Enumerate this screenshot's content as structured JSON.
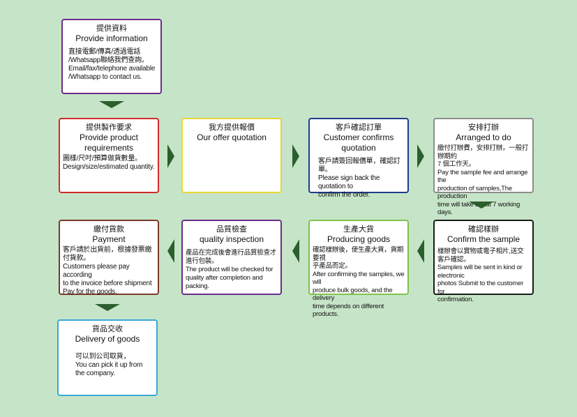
{
  "colors": {
    "background": "#c6e5c8",
    "arrow": "#2c5e2e",
    "purple": "#6a2c8c",
    "red": "#d32a2a",
    "yellow": "#e8d43a",
    "blue": "#1c3c8c",
    "gray": "#8c8c8c",
    "black": "#1a1a1a",
    "green": "#7fc24a",
    "brown": "#7a3a2a",
    "cyan": "#3aa8d8"
  },
  "steps": [
    {
      "title_zh": "提供資料",
      "title_en": "Provide information",
      "body": "直接電郵/傳真/透過電話\n/Whatsapp聯絡我們查詢。\nEmail/fax/telephone available\n/Whatsapp to contact us."
    },
    {
      "title_zh": "提供製作要求",
      "title_en": "Provide product requirements",
      "body": "圖樣/尺吋/預算做貨數量。\nDesign/size/estimated quantity."
    },
    {
      "title_zh": "我方提供報價",
      "title_en": "Our offer quotation",
      "body": ""
    },
    {
      "title_zh": "客戶確認訂單",
      "title_en": "Customer confirms quotation",
      "body": "客戶請簽回報價單，確認訂單。\nPlease sign back the quotation to\nconfirm the order."
    },
    {
      "title_zh": "安排打辦",
      "title_en": "Arranged to do",
      "body": "繳付打辦費，安排打辦，一般打辦期約\n7 個工作天。\nPay the sample fee and arrange the\nproduction of samples,The production\ntime will take about 7 working days."
    },
    {
      "title_zh": "確認樣辦",
      "title_en": "Confirm the sample",
      "body": "樣辦會以實物或電子相片,送交客戶確認。\nSamples will be sent in kind or electronic\nphotos Submit to the customer for\nconfirmation."
    },
    {
      "title_zh": "生產大貨",
      "title_en": "Producing goods",
      "body": "確認樣辦後，便生產大貨，貨期要視\n乎產品而定。\nAfter confirming the samples, we will\nproduce bulk goods, and the delivery\ntime depends on different products."
    },
    {
      "title_zh": "品質檢查",
      "title_en": "quality inspection",
      "body": "產品在完成後會進行品質檢查才\n進行包裝。\nThe product will be checked for\nquality after completion and packing."
    },
    {
      "title_zh": "繳付貨款",
      "title_en": "Payment",
      "body": "客戶請於出貨前，根據發票繳\n付貨款。\nCustomers please pay according\nto the invoice before shipment\nPay for the goods."
    },
    {
      "title_zh": "貨品交收",
      "title_en": "Delivery of goods",
      "body": "可以到公司取貨，\nYou can pick it up from\nthe company."
    }
  ]
}
